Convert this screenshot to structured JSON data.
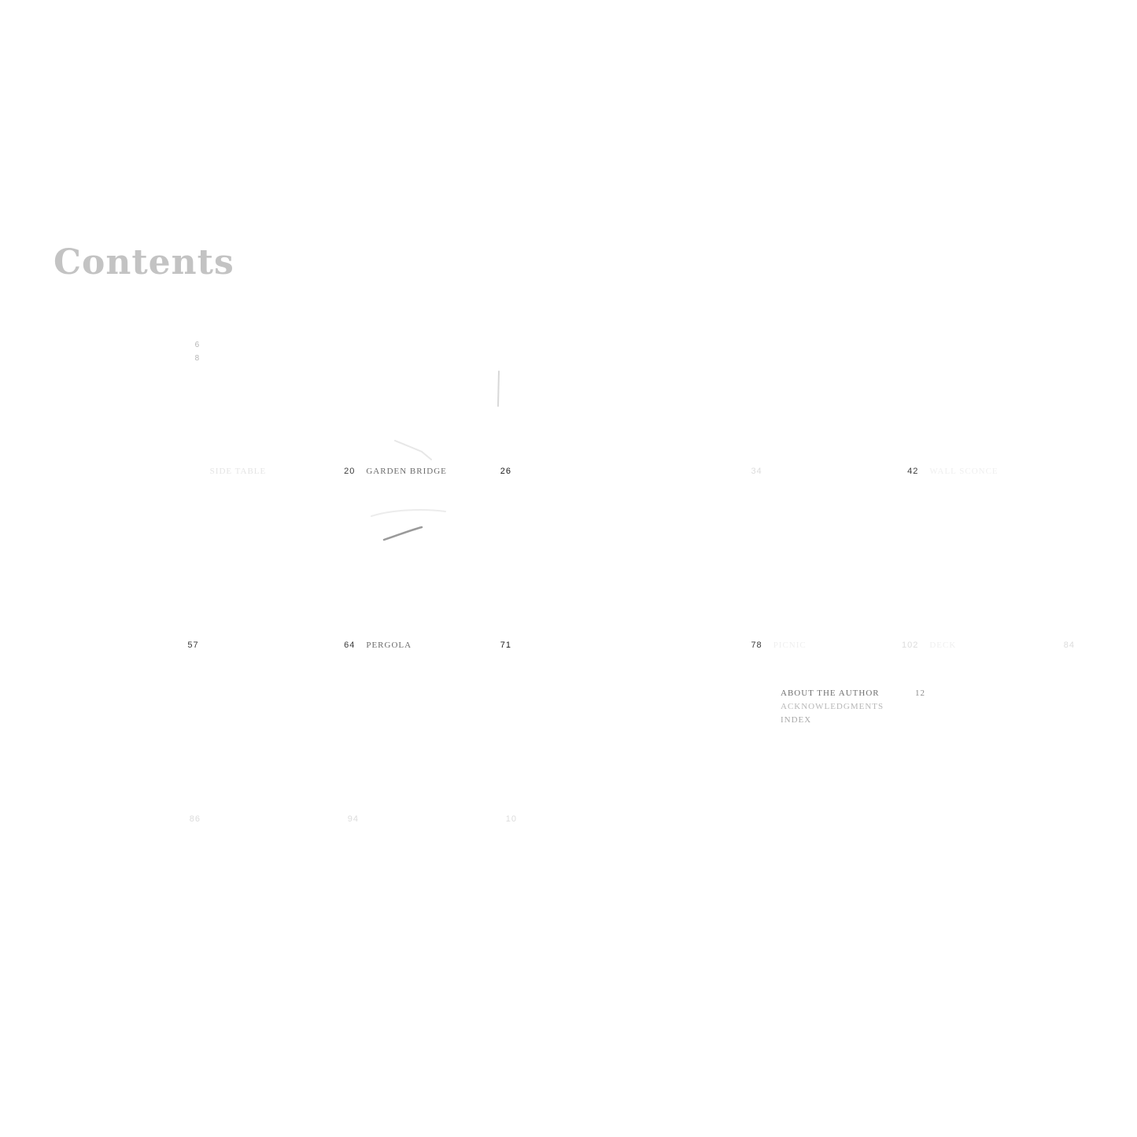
{
  "page": {
    "title": "Contents"
  },
  "front_matter": [
    {
      "label": "",
      "page": "6"
    },
    {
      "label": "",
      "page": "8"
    }
  ],
  "projects": {
    "row1": [
      {
        "label": "",
        "page": ""
      },
      {
        "label": "SIDE TABLE",
        "page": "20"
      },
      {
        "label": "GARDEN BRIDGE",
        "page": "26"
      },
      {
        "label": "",
        "page": "34"
      },
      {
        "label": "",
        "page": "42"
      },
      {
        "label": "WALL SCONCE",
        "page": ""
      }
    ],
    "row2": [
      {
        "label": "",
        "page": "57"
      },
      {
        "label": "",
        "page": "64"
      },
      {
        "label": "PERGOLA",
        "page": "71"
      },
      {
        "label": "",
        "page": "78"
      },
      {
        "label": "PICNIC",
        "page": "102"
      },
      {
        "label": "DECK",
        "page": "84"
      }
    ],
    "row3": [
      {
        "label": "",
        "page": "86"
      },
      {
        "label": "",
        "page": "94"
      },
      {
        "label": "",
        "page": "10"
      },
      {
        "label": "",
        "page": ""
      }
    ]
  },
  "back_matter": [
    {
      "label": "ABOUT THE AUTHOR",
      "page": "12"
    },
    {
      "label": "ACKNOWLEDGMENTS",
      "page": ""
    },
    {
      "label": "INDEX",
      "page": ""
    }
  ],
  "colors": {
    "background": "#ffffff",
    "title": "#b9b9b9",
    "text_dark": "#1a1a1a"
  }
}
